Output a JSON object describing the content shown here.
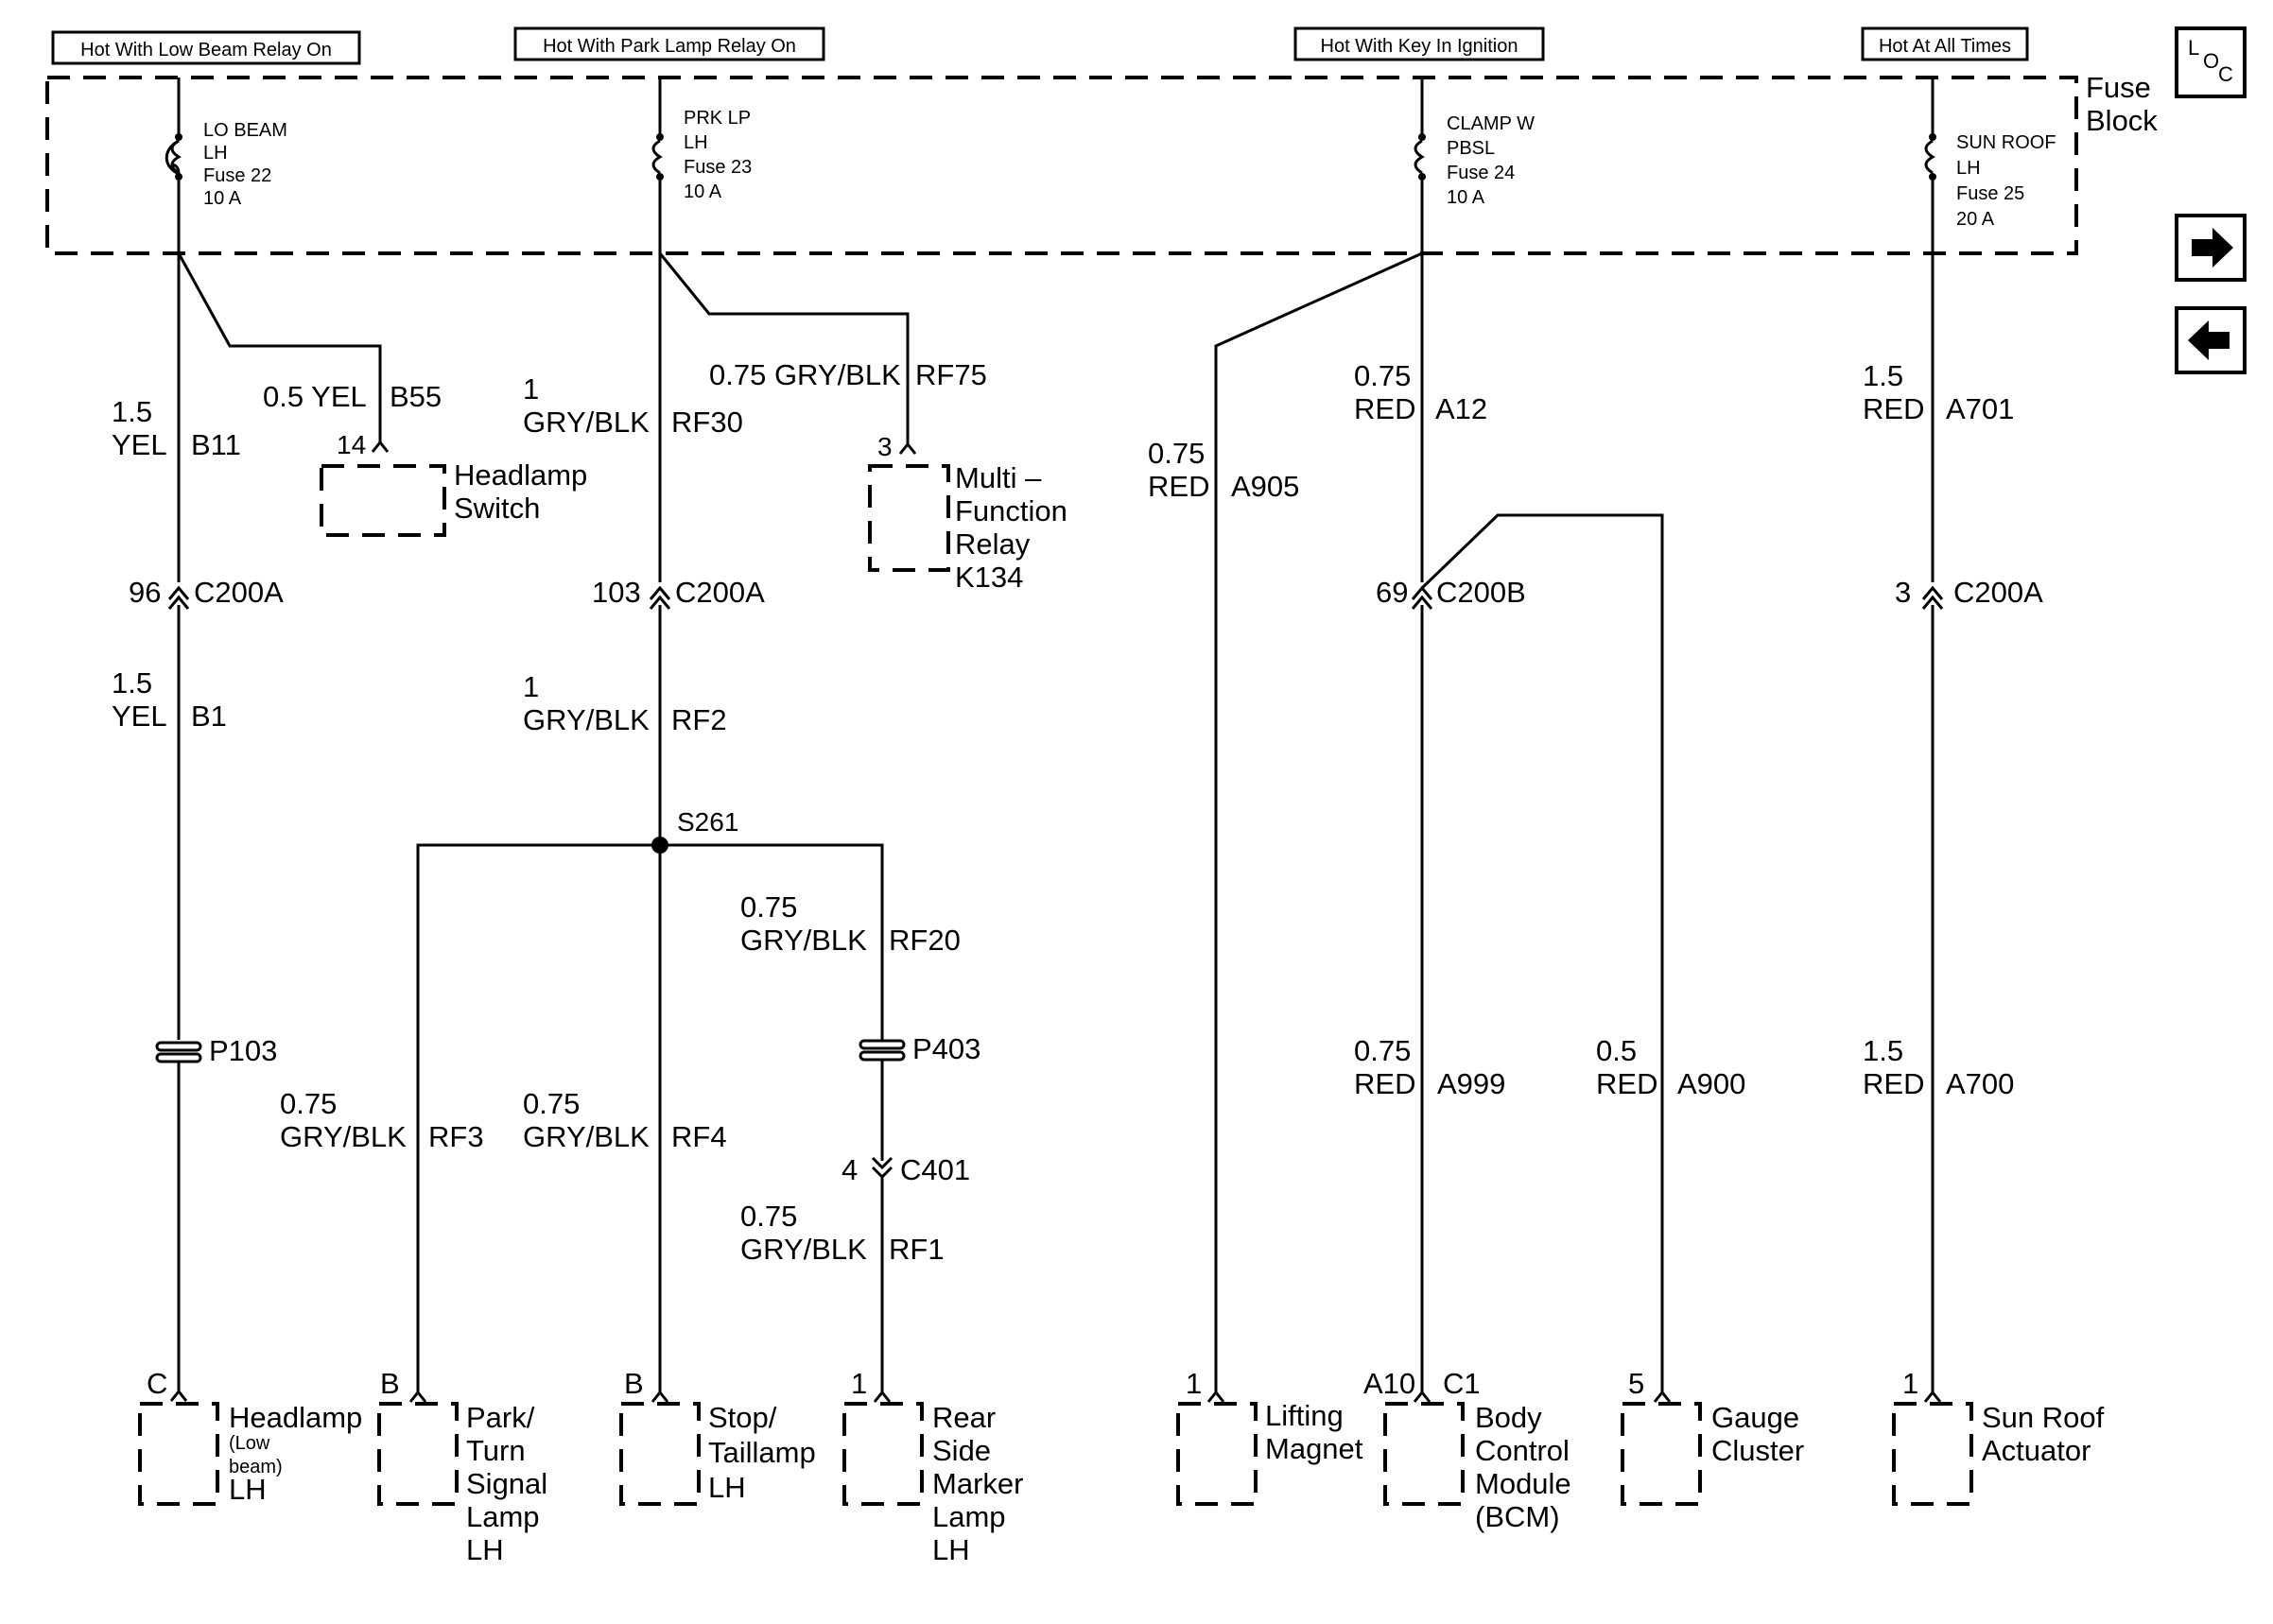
{
  "headers": {
    "low_beam": "Hot With Low Beam Relay On",
    "park_lamp": "Hot With Park Lamp Relay On",
    "key_ignition": "Hot With Key In Ignition",
    "all_times": "Hot At All Times"
  },
  "fuse_block": {
    "line1": "Fuse",
    "line2": "Block"
  },
  "loc": {
    "l": "L",
    "o": "O",
    "c": "C"
  },
  "fuses": {
    "f22": [
      "LO BEAM",
      "LH",
      "Fuse 22",
      "10 A"
    ],
    "f23": [
      "PRK LP",
      "LH",
      "Fuse 23",
      "10 A"
    ],
    "f24": [
      "CLAMP W",
      "PBSL",
      "Fuse 24",
      "10 A"
    ],
    "f25": [
      "SUN ROOF",
      "LH",
      "Fuse 25",
      "20 A"
    ]
  },
  "wires": {
    "b11": [
      "1.5",
      "YEL",
      "B11"
    ],
    "b55": [
      "0.5 YEL",
      "B55"
    ],
    "rf30": [
      "1",
      "GRY/BLK",
      "RF30"
    ],
    "rf75": [
      "0.75 GRY/BLK",
      "RF75"
    ],
    "a905": [
      "0.75",
      "RED",
      "A905"
    ],
    "a12": [
      "0.75",
      "RED",
      "A12"
    ],
    "a701": [
      "1.5",
      "RED",
      "A701"
    ],
    "b1": [
      "1.5",
      "YEL",
      "B1"
    ],
    "rf2": [
      "1",
      "GRY/BLK",
      "RF2"
    ],
    "rf20": [
      "0.75",
      "GRY/BLK",
      "RF20"
    ],
    "rf3": [
      "0.75",
      "GRY/BLK",
      "RF3"
    ],
    "rf4": [
      "0.75",
      "GRY/BLK",
      "RF4"
    ],
    "rf1": [
      "0.75",
      "GRY/BLK",
      "RF1"
    ],
    "a999": [
      "0.75",
      "RED",
      "A999"
    ],
    "a900": [
      "0.5",
      "RED",
      "A900"
    ],
    "a700": [
      "1.5",
      "RED",
      "A700"
    ]
  },
  "connectors": {
    "c200a_1": [
      "96",
      "C200A"
    ],
    "c200a_2": [
      "103",
      "C200A"
    ],
    "c200b": [
      "69",
      "C200B"
    ],
    "c200a_3": [
      "3",
      "C200A"
    ],
    "p103": "P103",
    "p403": "P403",
    "c401": [
      "4",
      "C401"
    ],
    "s261": "S261"
  },
  "components": {
    "headlamp_switch": {
      "pin": "14",
      "lines": [
        "Headlamp",
        "Switch"
      ]
    },
    "mfr": {
      "pin": "3",
      "lines": [
        "Multi –",
        "Function",
        "Relay",
        "K134"
      ]
    },
    "headlamp_low": {
      "pin": "C",
      "line1": "Headlamp",
      "small1": "(Low",
      "small2": "beam)",
      "line4": "LH"
    },
    "park_turn": {
      "pin": "B",
      "lines": [
        "Park/",
        "Turn",
        "Signal",
        "Lamp",
        "LH"
      ]
    },
    "stop_tail": {
      "pin": "B",
      "lines": [
        "Stop/",
        "Taillamp",
        "LH"
      ]
    },
    "rear_marker": {
      "pin": "1",
      "lines": [
        "Rear",
        "Side",
        "Marker",
        "Lamp",
        "LH"
      ]
    },
    "lifting_magnet": {
      "pin": "1",
      "lines": [
        "Lifting",
        "Magnet"
      ]
    },
    "bcm": {
      "pin1": "A10",
      "pin2": "C1",
      "lines": [
        "Body",
        "Control",
        "Module",
        "(BCM)"
      ]
    },
    "gauge": {
      "pin": "5",
      "lines": [
        "Gauge",
        "Cluster"
      ]
    },
    "sunroof": {
      "pin": "1",
      "lines": [
        "Sun Roof",
        "Actuator"
      ]
    }
  },
  "icons": {
    "next": "arrow-right-icon",
    "prev": "arrow-left-icon"
  }
}
